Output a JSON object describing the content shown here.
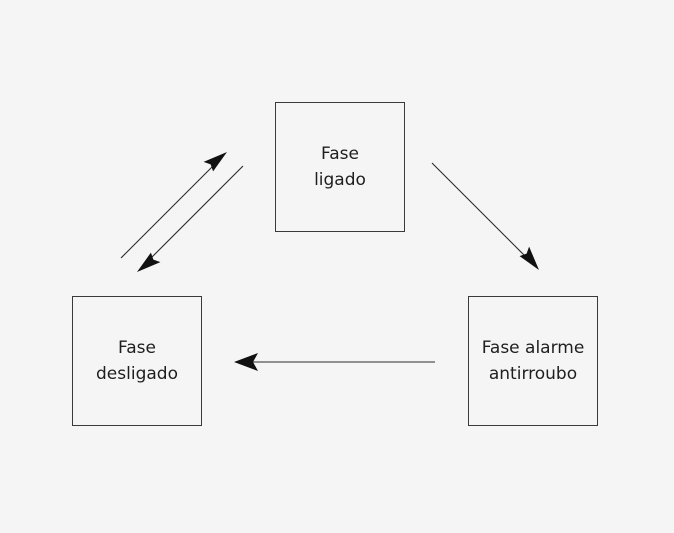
{
  "diagram": {
    "nodes": {
      "ligado": {
        "line1": "Fase",
        "line2": "ligado"
      },
      "desligado": {
        "line1": "Fase",
        "line2": "desligado"
      },
      "alarme": {
        "line1": "Fase alarme",
        "line2": "antirroubo"
      }
    },
    "edges": [
      {
        "from": "desligado",
        "to": "ligado"
      },
      {
        "from": "ligado",
        "to": "desligado"
      },
      {
        "from": "ligado",
        "to": "alarme"
      },
      {
        "from": "alarme",
        "to": "desligado"
      }
    ],
    "colors": {
      "background": "#f4f5f4",
      "line": "#2a2a2a",
      "text": "#1e1e1e"
    }
  }
}
